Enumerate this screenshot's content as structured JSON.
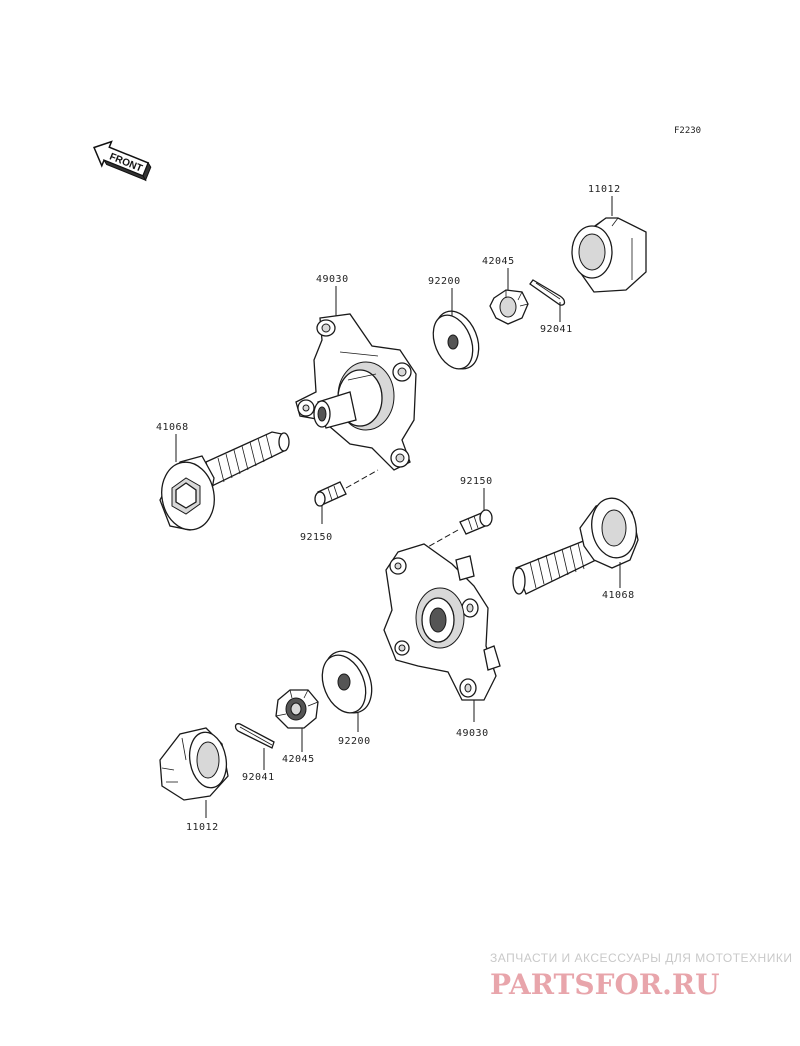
{
  "diagram": {
    "ref_code": "F2230",
    "front_label": "FRONT",
    "labels": {
      "cap_top": "11012",
      "nut_top": "42045",
      "washer_top": "92200",
      "hub_top": "49030",
      "pin_top": "92041",
      "axle_left": "41068",
      "bolt_left": "92150",
      "bolt_right": "92150",
      "axle_right": "41068",
      "washer_bottom": "92200",
      "hub_bottom": "49030",
      "nut_bottom": "42045",
      "pin_bottom": "92041",
      "cap_bottom": "11012"
    }
  },
  "watermark": {
    "tagline": "ЗАПЧАСТИ И АКСЕССУАРЫ ДЛЯ МОТОТЕХНИКИ",
    "logo": "PARTSFOR.RU"
  }
}
